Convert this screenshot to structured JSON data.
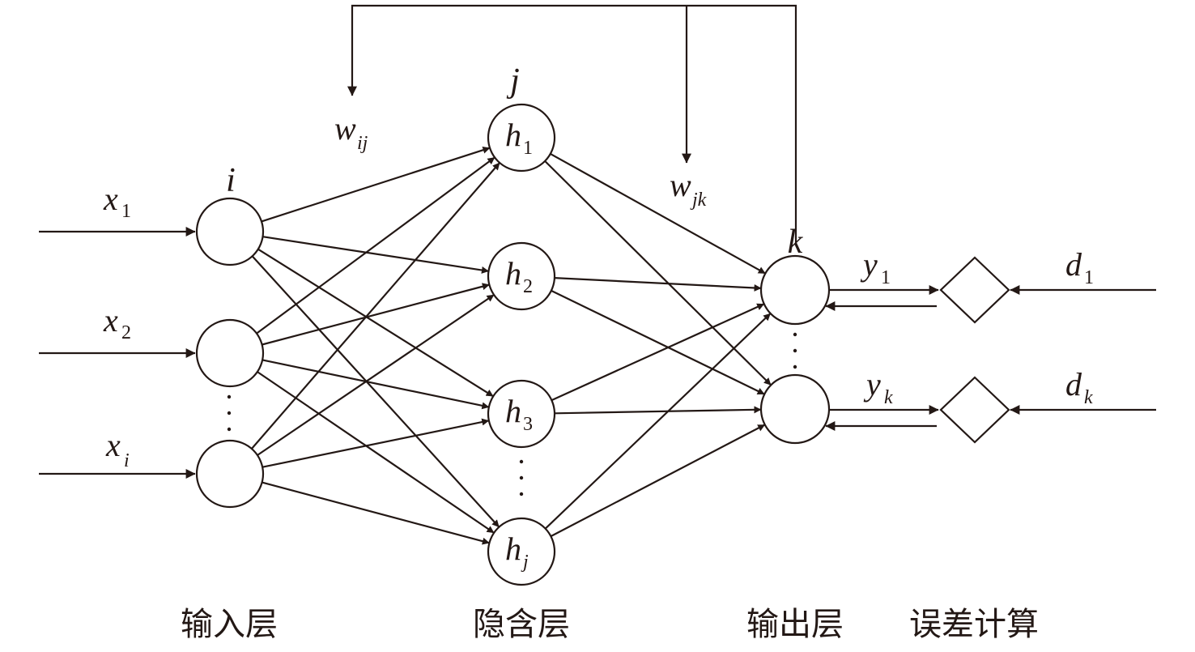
{
  "layers": {
    "input": "输入层",
    "hidden": "隐含层",
    "output": "输出层",
    "error": "误差计算"
  },
  "indices": {
    "i": "i",
    "j": "j",
    "k": "k"
  },
  "inputs": [
    {
      "base": "x",
      "sub": "1"
    },
    {
      "base": "x",
      "sub": "2"
    },
    {
      "base": "x",
      "sub": "i"
    }
  ],
  "hidden": [
    {
      "base": "h",
      "sub": "1"
    },
    {
      "base": "h",
      "sub": "2"
    },
    {
      "base": "h",
      "sub": "3"
    },
    {
      "base": "h",
      "sub": "j"
    }
  ],
  "outputs": [
    {
      "base": "y",
      "sub": "1"
    },
    {
      "base": "y",
      "sub": "k"
    }
  ],
  "targets": [
    {
      "base": "d",
      "sub": "1"
    },
    {
      "base": "d",
      "sub": "k"
    }
  ],
  "weights": {
    "input_hidden": {
      "base": "w",
      "sub": "ij"
    },
    "hidden_output": {
      "base": "w",
      "sub": "jk"
    }
  },
  "colors": {
    "stroke": "#231815",
    "background": "#ffffff"
  }
}
